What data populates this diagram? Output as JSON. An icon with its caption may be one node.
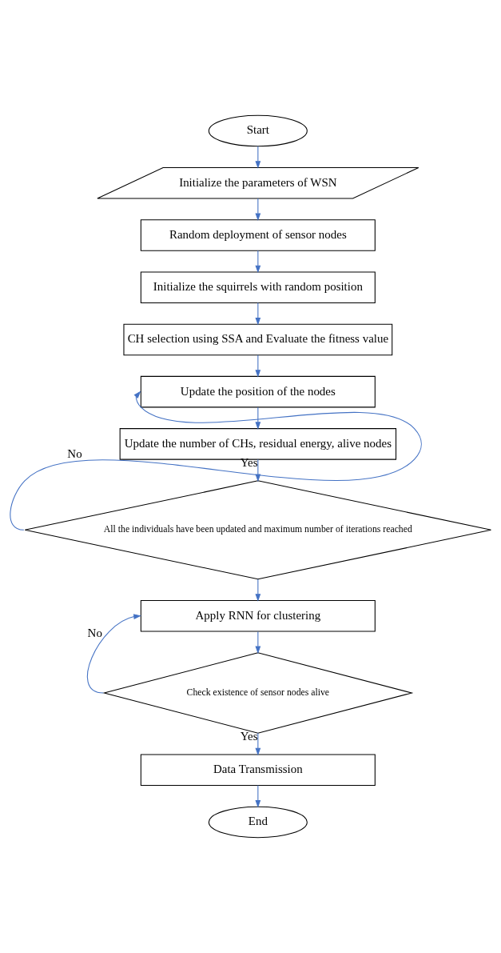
{
  "diagram": {
    "nodes": [
      {
        "text": [
          "Start"
        ]
      },
      {
        "text": [
          "Initialize the parameters of WSN"
        ]
      },
      {
        "text": [
          "Random deployment of sensor nodes"
        ]
      },
      {
        "text": [
          "Initialize the squirrels with random position"
        ]
      },
      {
        "text": [
          "CH selection using SSA and Evaluate the fitness value"
        ]
      },
      {
        "text": [
          "Update the position of the nodes"
        ]
      },
      {
        "text": [
          "Update the number of CHs, residual energy, alive nodes"
        ]
      },
      {
        "text": [
          "All the individuals have been updated and maximum number of iterations reached"
        ]
      },
      {
        "text": [
          "Apply RNN for clustering"
        ]
      },
      {
        "text": [
          "Check existence of sensor nodes alive"
        ]
      },
      {
        "text": [
          "Data Transmission"
        ]
      },
      {
        "text": [
          "End"
        ]
      }
    ],
    "edges": [
      {
        "from": 0,
        "to": 1,
        "arrow": "to"
      },
      {
        "from": 1,
        "to": 2,
        "arrow": "to"
      },
      {
        "from": 2,
        "to": 3,
        "arrow": "to"
      },
      {
        "from": 3,
        "to": 4,
        "arrow": "to"
      },
      {
        "from": 4,
        "to": 5,
        "arrow": "to"
      },
      {
        "from": 5,
        "to": 6,
        "arrow": "to"
      },
      {
        "from": 6,
        "to": 7,
        "arrow": "to",
        "label": "Yes"
      },
      {
        "from": 7,
        "to": 5,
        "arrow": "to",
        "label": "No"
      },
      {
        "from": 7,
        "to": 8,
        "arrow": "to"
      },
      {
        "from": 8,
        "to": 9,
        "arrow": "to"
      },
      {
        "from": 9,
        "to": 8,
        "arrow": "to",
        "label": "No"
      },
      {
        "from": 9,
        "to": 10,
        "arrow": "to",
        "label": "Yes"
      },
      {
        "from": 10,
        "to": 11,
        "arrow": "to"
      }
    ]
  }
}
